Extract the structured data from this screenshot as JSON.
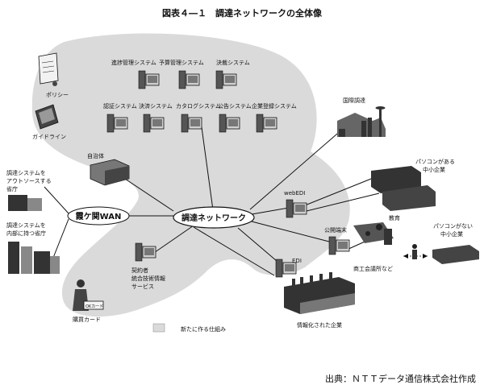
{
  "title": "図表４―１　調達ネットワークの全体像",
  "hub_label": "調達ネットワーク",
  "wan_label": "霞ケ関WAN",
  "systems_row1": [
    "進捗管理システム",
    "予算管理システム",
    "決裁システム"
  ],
  "systems_row2": [
    "認証システム",
    "決済システム",
    "カタログシステム",
    "公告システム",
    "企業登録システム"
  ],
  "policy_label": "ポリシー",
  "guideline_label": "ガイドライン",
  "local_gov_label": "自治体",
  "outsource_lines": [
    "調達システムを",
    "アウトソースする",
    "省庁"
  ],
  "inhouse_lines": [
    "調達システムを",
    "内部に持つ省庁"
  ],
  "purchase_card_label": "購買カード",
  "card_text": "OKカード",
  "contractor_lines": [
    "契約者",
    "統合技術情報",
    "サービス"
  ],
  "legend_label": "新たに作る仕組み",
  "intl_label": "国際調達",
  "webedi_label": "webEDI",
  "pc_sme_lines": [
    "パソコンがある",
    "中小企業"
  ],
  "public_terminal_label": "公開端末",
  "education_label": "教育",
  "no_pc_sme_lines": [
    "パソコンがない",
    "中小企業"
  ],
  "chamber_label": "商工会議所など",
  "edi_label": "EDI",
  "informatized_label": "情報化された企業",
  "source": "出典：ＮＴＴデータ通信株式会社作成",
  "colors": {
    "blob": "#dadada",
    "ink": "#111111"
  }
}
